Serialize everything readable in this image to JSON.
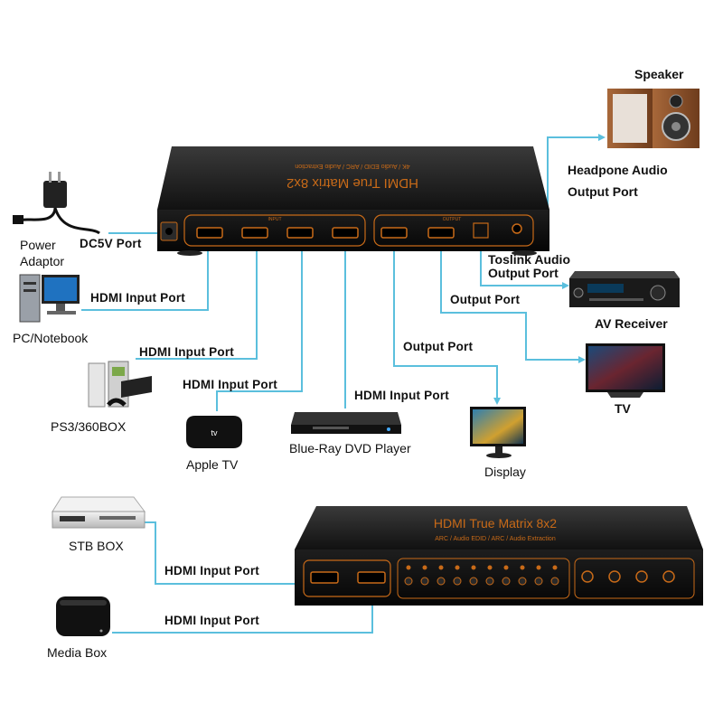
{
  "top_unit": {
    "title": "HDMI True Matrix 8x2",
    "subtitle": "4K / Audio EDID / ARC / Audio Extraction",
    "input_group_label": "INPUT",
    "output_group_label": "OUTPUT"
  },
  "bottom_unit": {
    "title": "HDMI True Matrix 8x2",
    "subtitle": "ARC / Audio EDID / ARC / Audio Extraction"
  },
  "devices": {
    "speaker": "Speaker",
    "power_adaptor": "Power\nAdaptor",
    "pc": "PC/Notebook",
    "ps3": "PS3/360BOX",
    "apple_tv": "Apple TV",
    "bluray": "Blue-Ray DVD Player",
    "display": "Display",
    "tv": "TV",
    "av_receiver": "AV Receiver",
    "stb": "STB BOX",
    "media_box": "Media Box"
  },
  "ports": {
    "headphone": "Headpone Audio\nOutput Port",
    "dc5v": "DC5V Port",
    "toslink": "Toslink Audio\nOutput Port",
    "hdmi_input_1": "HDMI Input Port",
    "hdmi_input_2": "HDMI Input Port",
    "hdmi_input_3": "HDMI Input Port",
    "hdmi_input_4": "HDMI Input Port",
    "output_1": "Output Port",
    "output_2": "Output Port",
    "hdmi_input_stb": "HDMI Input Port",
    "hdmi_input_media": "HDMI Input Port"
  },
  "colors": {
    "connector_line": "#5bbfdd",
    "device_body": "#111111",
    "accent_orange": "#c86a18"
  }
}
